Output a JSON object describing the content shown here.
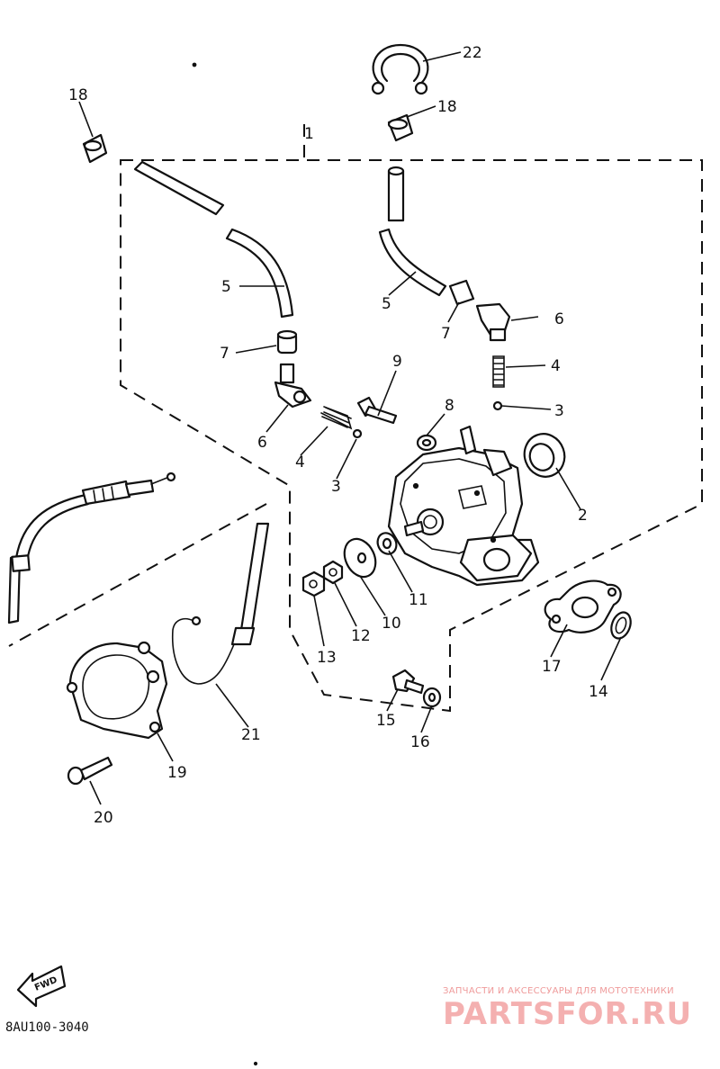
{
  "diagram": {
    "code": "8AU100-3040",
    "fwd_label": "FWD",
    "group_label": "1",
    "callouts": [
      {
        "id": "c18a",
        "label": "18"
      },
      {
        "id": "c22",
        "label": "22"
      },
      {
        "id": "c18b",
        "label": "18"
      },
      {
        "id": "c5a",
        "label": "5"
      },
      {
        "id": "c5b",
        "label": "5"
      },
      {
        "id": "c7a",
        "label": "7"
      },
      {
        "id": "c7b",
        "label": "7"
      },
      {
        "id": "c6a",
        "label": "6"
      },
      {
        "id": "c6b",
        "label": "6"
      },
      {
        "id": "c4a",
        "label": "4"
      },
      {
        "id": "c4b",
        "label": "4"
      },
      {
        "id": "c3a",
        "label": "3"
      },
      {
        "id": "c3b",
        "label": "3"
      },
      {
        "id": "c9",
        "label": "9"
      },
      {
        "id": "c8",
        "label": "8"
      },
      {
        "id": "c2",
        "label": "2"
      },
      {
        "id": "c10",
        "label": "10"
      },
      {
        "id": "c11",
        "label": "11"
      },
      {
        "id": "c12",
        "label": "12"
      },
      {
        "id": "c13",
        "label": "13"
      },
      {
        "id": "c14",
        "label": "14"
      },
      {
        "id": "c15",
        "label": "15"
      },
      {
        "id": "c16",
        "label": "16"
      },
      {
        "id": "c17",
        "label": "17"
      },
      {
        "id": "c19",
        "label": "19"
      },
      {
        "id": "c20",
        "label": "20"
      },
      {
        "id": "c21",
        "label": "21"
      }
    ]
  },
  "watermark": {
    "tagline": "ЗАПЧАСТИ И АКСЕССУАРЫ ДЛЯ МОТОТЕХНИКИ",
    "site": "PARTSFOR.RU"
  }
}
